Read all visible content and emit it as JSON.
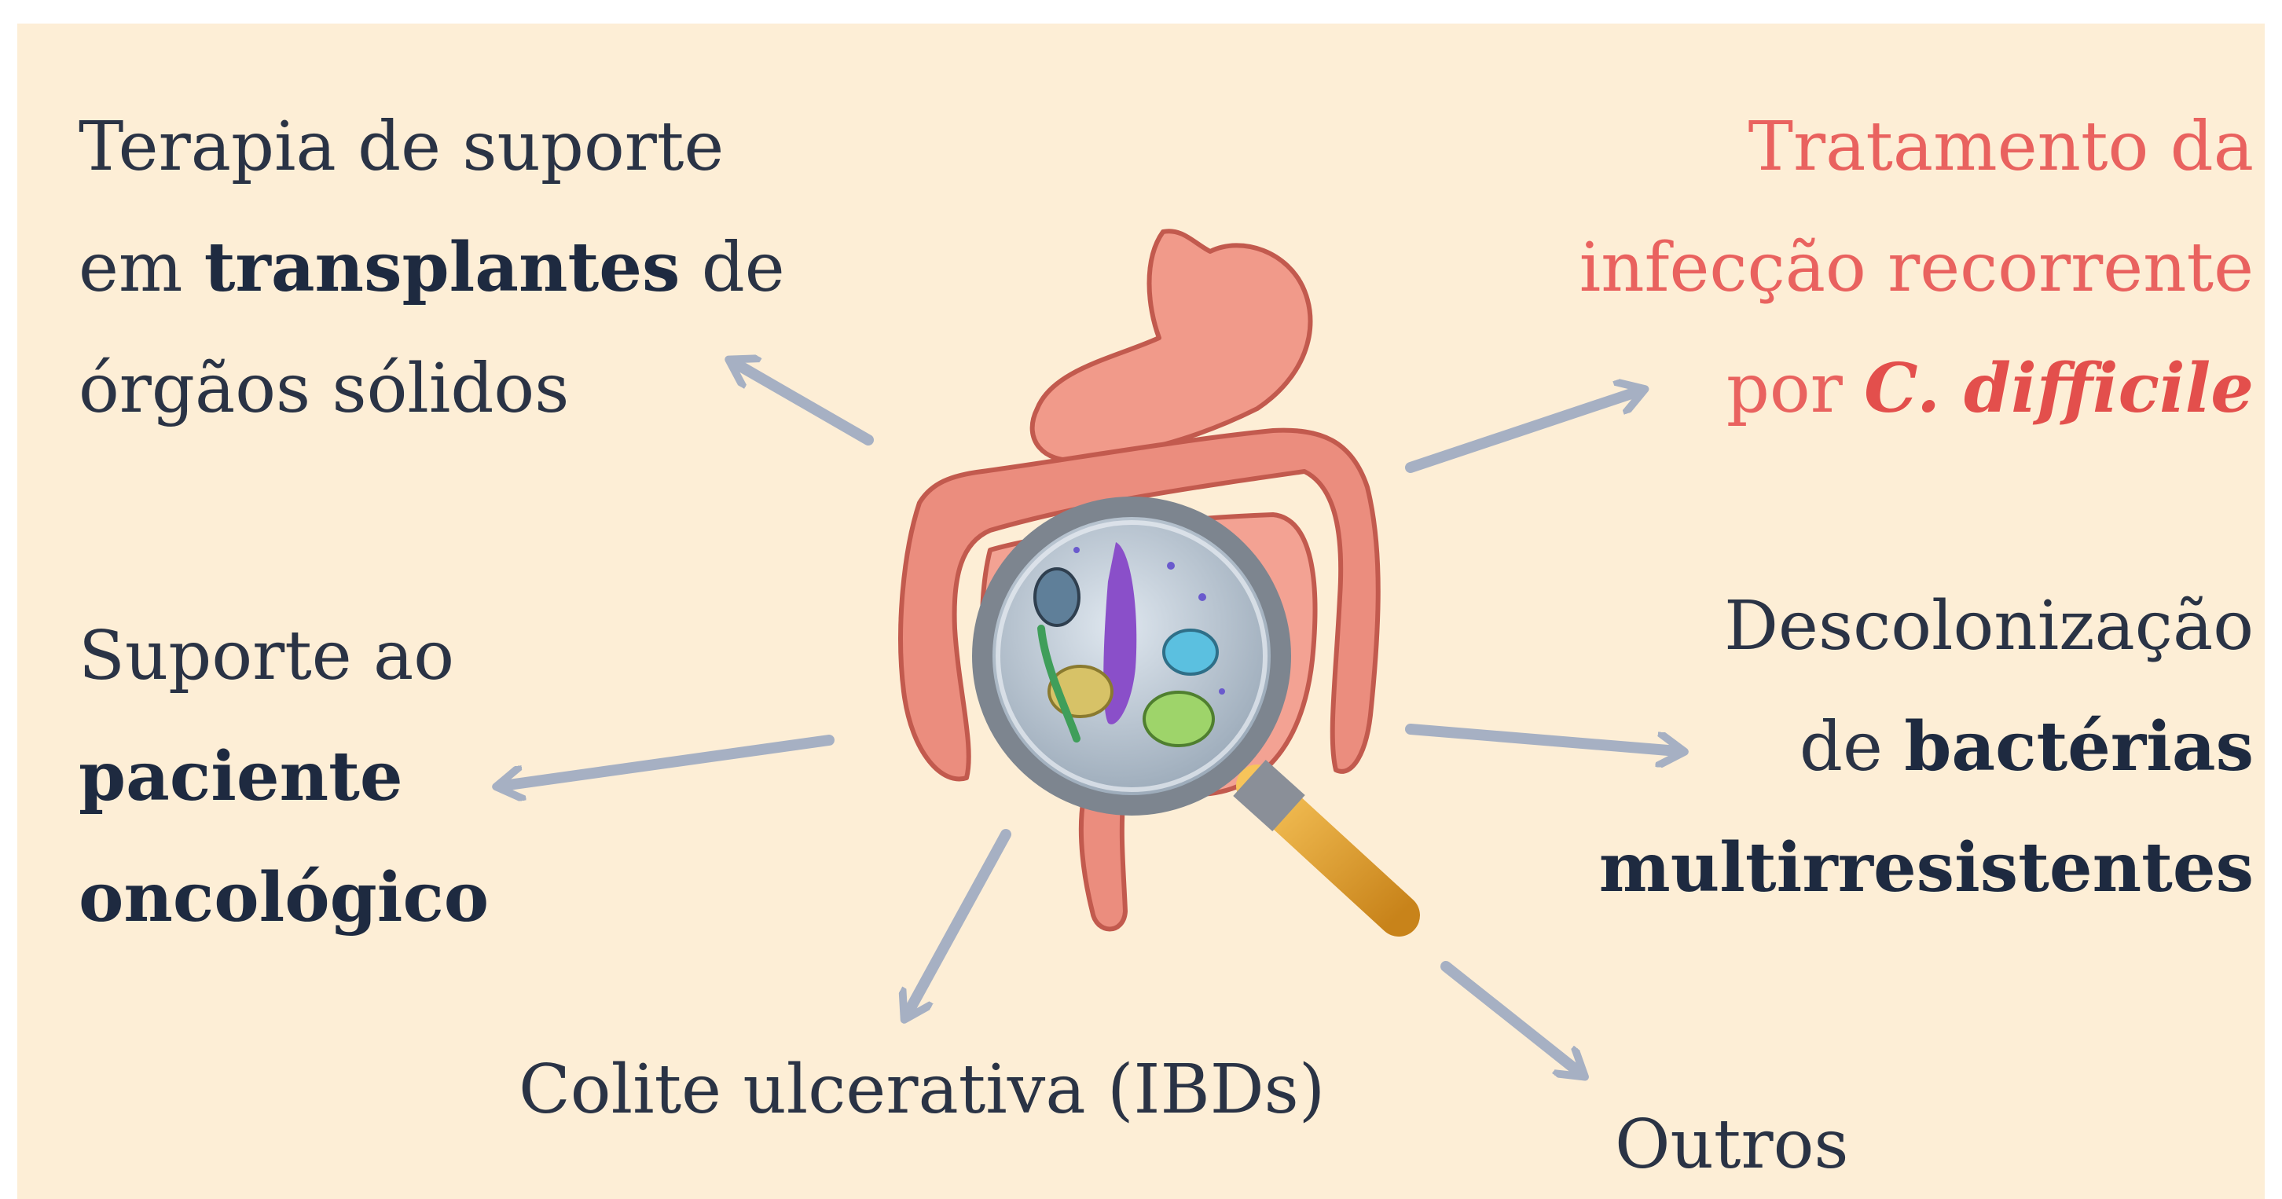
{
  "colors": {
    "background": "#fdeed6",
    "text": "#2a3345",
    "accent_red": "#e9625f",
    "arrow": "#a6b0c3",
    "intestine": "#e88a7c"
  },
  "center": {
    "icon": "intestine-magnifier-icon"
  },
  "labels": {
    "top_left": {
      "line1": "Terapia de suporte",
      "line2_pre": "em ",
      "line2_bold": "transplantes",
      "line2_post": " de",
      "line3": "órgãos sólidos"
    },
    "top_right": {
      "line1": "Tratamento da",
      "line2": "infecção recorrente",
      "line3_pre": "por ",
      "line3_bold": "C. difficile"
    },
    "mid_left": {
      "line1": "Suporte ao",
      "line2_bold": "paciente",
      "line3_bold": "oncológico"
    },
    "mid_right": {
      "line1": "Descolonização",
      "line2_pre": "de ",
      "line2_bold": "bactérias",
      "line3_bold": "multirresistentes"
    },
    "bottom": "Colite ulcerativa (IBDs)",
    "bottom_right": "Outros"
  }
}
